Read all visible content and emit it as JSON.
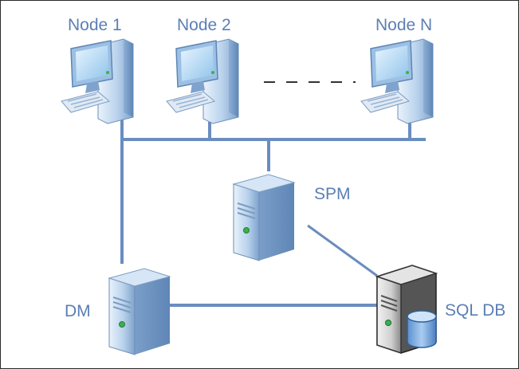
{
  "diagram": {
    "nodes": [
      {
        "label": "Node 1",
        "icon": "desktop-computer-icon"
      },
      {
        "label": "Node 2",
        "icon": "desktop-computer-icon"
      },
      {
        "label": "Node N",
        "icon": "desktop-computer-icon"
      }
    ],
    "spm": {
      "label": "SPM",
      "icon": "server-tower-icon"
    },
    "dm": {
      "label": "DM",
      "icon": "server-tower-icon"
    },
    "sqldb": {
      "label": "SQL DB",
      "icon": "database-server-icon"
    },
    "colors": {
      "label": "#5b7fb4",
      "link": "#6a8dbf",
      "monitor": "#8fb6df",
      "screen": "#bfe0f7"
    }
  }
}
